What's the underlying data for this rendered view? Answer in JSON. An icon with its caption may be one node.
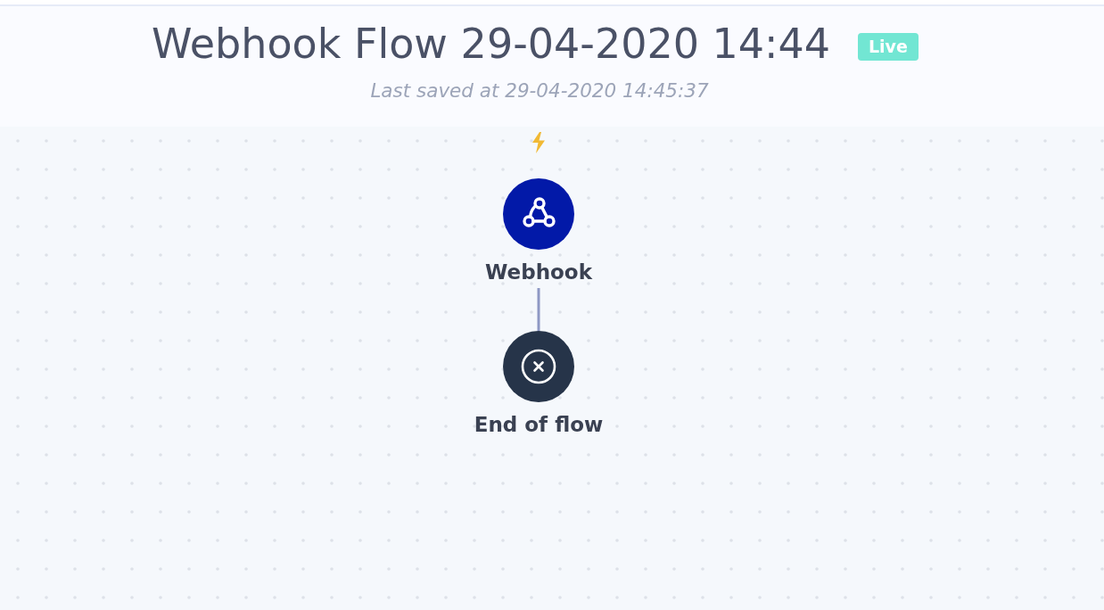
{
  "diagram": {
    "title": "Webhook Flow 29-04-2020 14:44",
    "nodes": [
      {
        "text": [
          "Webhook"
        ]
      },
      {
        "text": [
          "End of flow"
        ]
      }
    ],
    "edges": [
      {
        "from": 0,
        "to": 1,
        "arrow": "none"
      }
    ],
    "labels": [
      "Live",
      "Last saved at 29-04-2020 14:45:37"
    ]
  }
}
